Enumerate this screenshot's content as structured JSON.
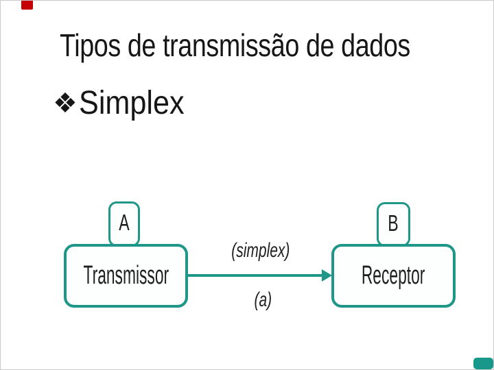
{
  "colors": {
    "accent_red": "#c40000",
    "accent_teal": "#17988a",
    "diagram_teal": "#1e9688",
    "text_dark": "#161616"
  },
  "slide": {
    "title": "Tipos de transmissão de dados",
    "bullet_marker": "❖",
    "bullet_label": "Simplex"
  },
  "diagram": {
    "node_a_label": "A",
    "node_b_label": "B",
    "transmitter_label": "Transmissor",
    "receiver_label": "Receptor",
    "arrow_label": "(simplex)",
    "caption_label": "(a)"
  }
}
